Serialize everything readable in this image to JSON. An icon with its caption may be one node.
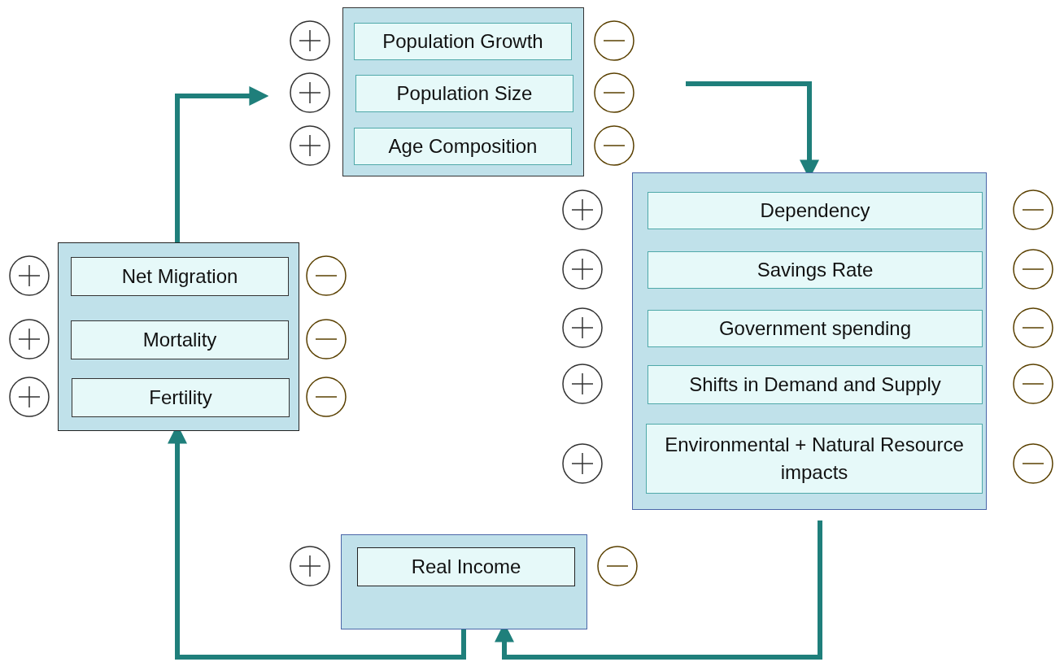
{
  "diagram": {
    "nodes": [
      {
        "text": [],
        "shape": "box"
      },
      {
        "text": [
          "Population Growth"
        ],
        "in": 0
      },
      {
        "text": [
          "Population Size"
        ],
        "in": 0
      },
      {
        "text": [
          "Age Composition"
        ],
        "in": 0
      },
      {
        "text": [],
        "shape": "box"
      },
      {
        "text": [
          "Dependency"
        ],
        "in": 4
      },
      {
        "text": [
          "Savings Rate"
        ],
        "in": 4
      },
      {
        "text": [
          "Government spending"
        ],
        "in": 4
      },
      {
        "text": [
          "Shifts in Demand and Supply"
        ],
        "in": 4
      },
      {
        "text": [
          "Environmental + Natural Resource impacts"
        ],
        "in": 4
      },
      {
        "text": [],
        "shape": "box"
      },
      {
        "text": [
          "Net Migration"
        ],
        "in": 10
      },
      {
        "text": [
          "Mortality"
        ],
        "in": 10
      },
      {
        "text": [
          "Fertility"
        ],
        "in": 10
      },
      {
        "text": [],
        "shape": "box"
      },
      {
        "text": [
          "Real Income"
        ],
        "in": 14
      }
    ],
    "edges": [
      {
        "from": 10,
        "to": 0,
        "arrow": "to"
      },
      {
        "from": 0,
        "to": 4,
        "arrow": "to"
      },
      {
        "from": 4,
        "to": 14,
        "arrow": "to"
      },
      {
        "from": 14,
        "to": 10,
        "arrow": "to"
      }
    ]
  }
}
